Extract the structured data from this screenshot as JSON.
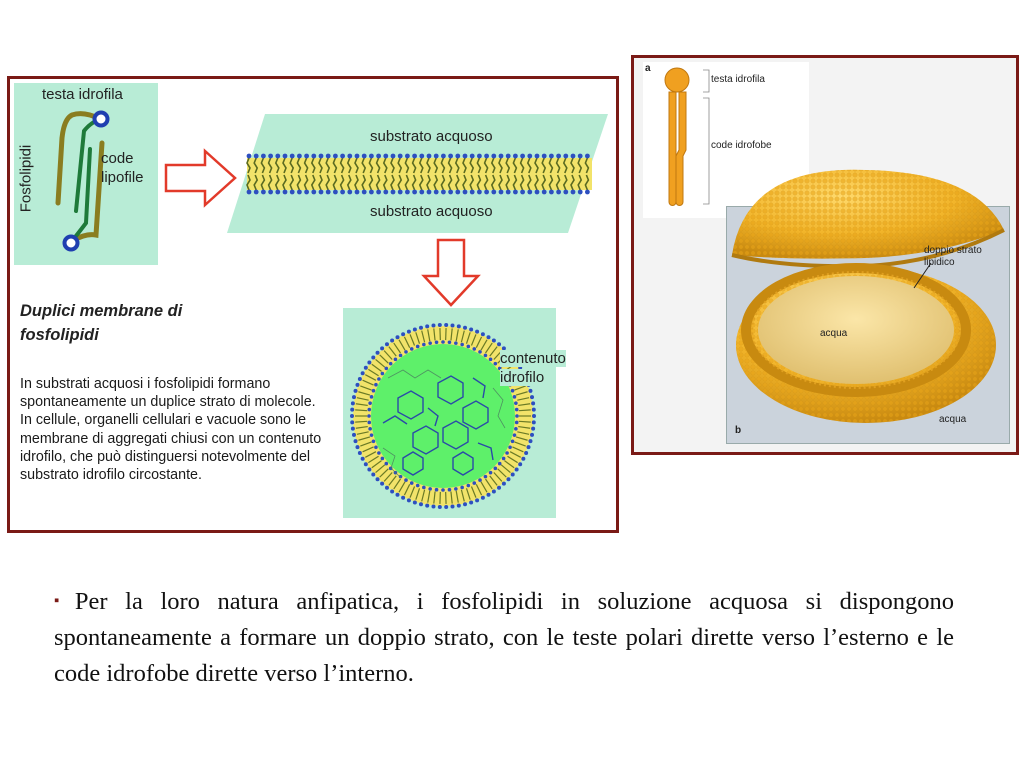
{
  "left_panel": {
    "label_testa": "testa idrofila",
    "label_fosfolipidi": "Fosfolipidi",
    "label_code_line1": "code",
    "label_code_line2": "lipofile",
    "label_substrato_top": "substrato acquoso",
    "label_substrato_bottom": "substrato acquoso",
    "label_contenuto_line1": "contenuto",
    "label_contenuto_line2": "idrofilo",
    "heading_line1": "Duplici membrane di",
    "heading_line2": "fosfolipidi",
    "paragraph": "In substrati acquosi i fosfolipidi formano spontaneamente un duplice strato di molecole. In cellule, organelli cellulari e vacuole sono le membrane di aggregati chiusi con un contenuto idrofilo, che può distinguersi notevolmente del substrato idrofilo circostante."
  },
  "right_panel": {
    "label_a": "a",
    "label_b": "b",
    "label_testa": "testa idrofila",
    "label_code": "code idrofobe",
    "label_doppio_line1": "doppio strato",
    "label_doppio_line2": "lipidico",
    "label_acqua_inner": "acqua",
    "label_acqua_outer": "acqua"
  },
  "bullet": {
    "marker": "▪",
    "text": "Per la loro natura anfipatica, i fosfolipidi in soluzione acquosa si dispongono spontaneamente a formare un doppio strato, con le teste polari dirette verso l’esterno e le code idrofobe dirette verso l’interno."
  },
  "colors": {
    "frame": "#7a1a16",
    "panel_bg": "#b8ecd6",
    "head_blue": "#1f3fb0",
    "tail_olive": "#8a7d20",
    "lipid_yellow": "#e8c23a",
    "content_green": "#5ef06a"
  }
}
